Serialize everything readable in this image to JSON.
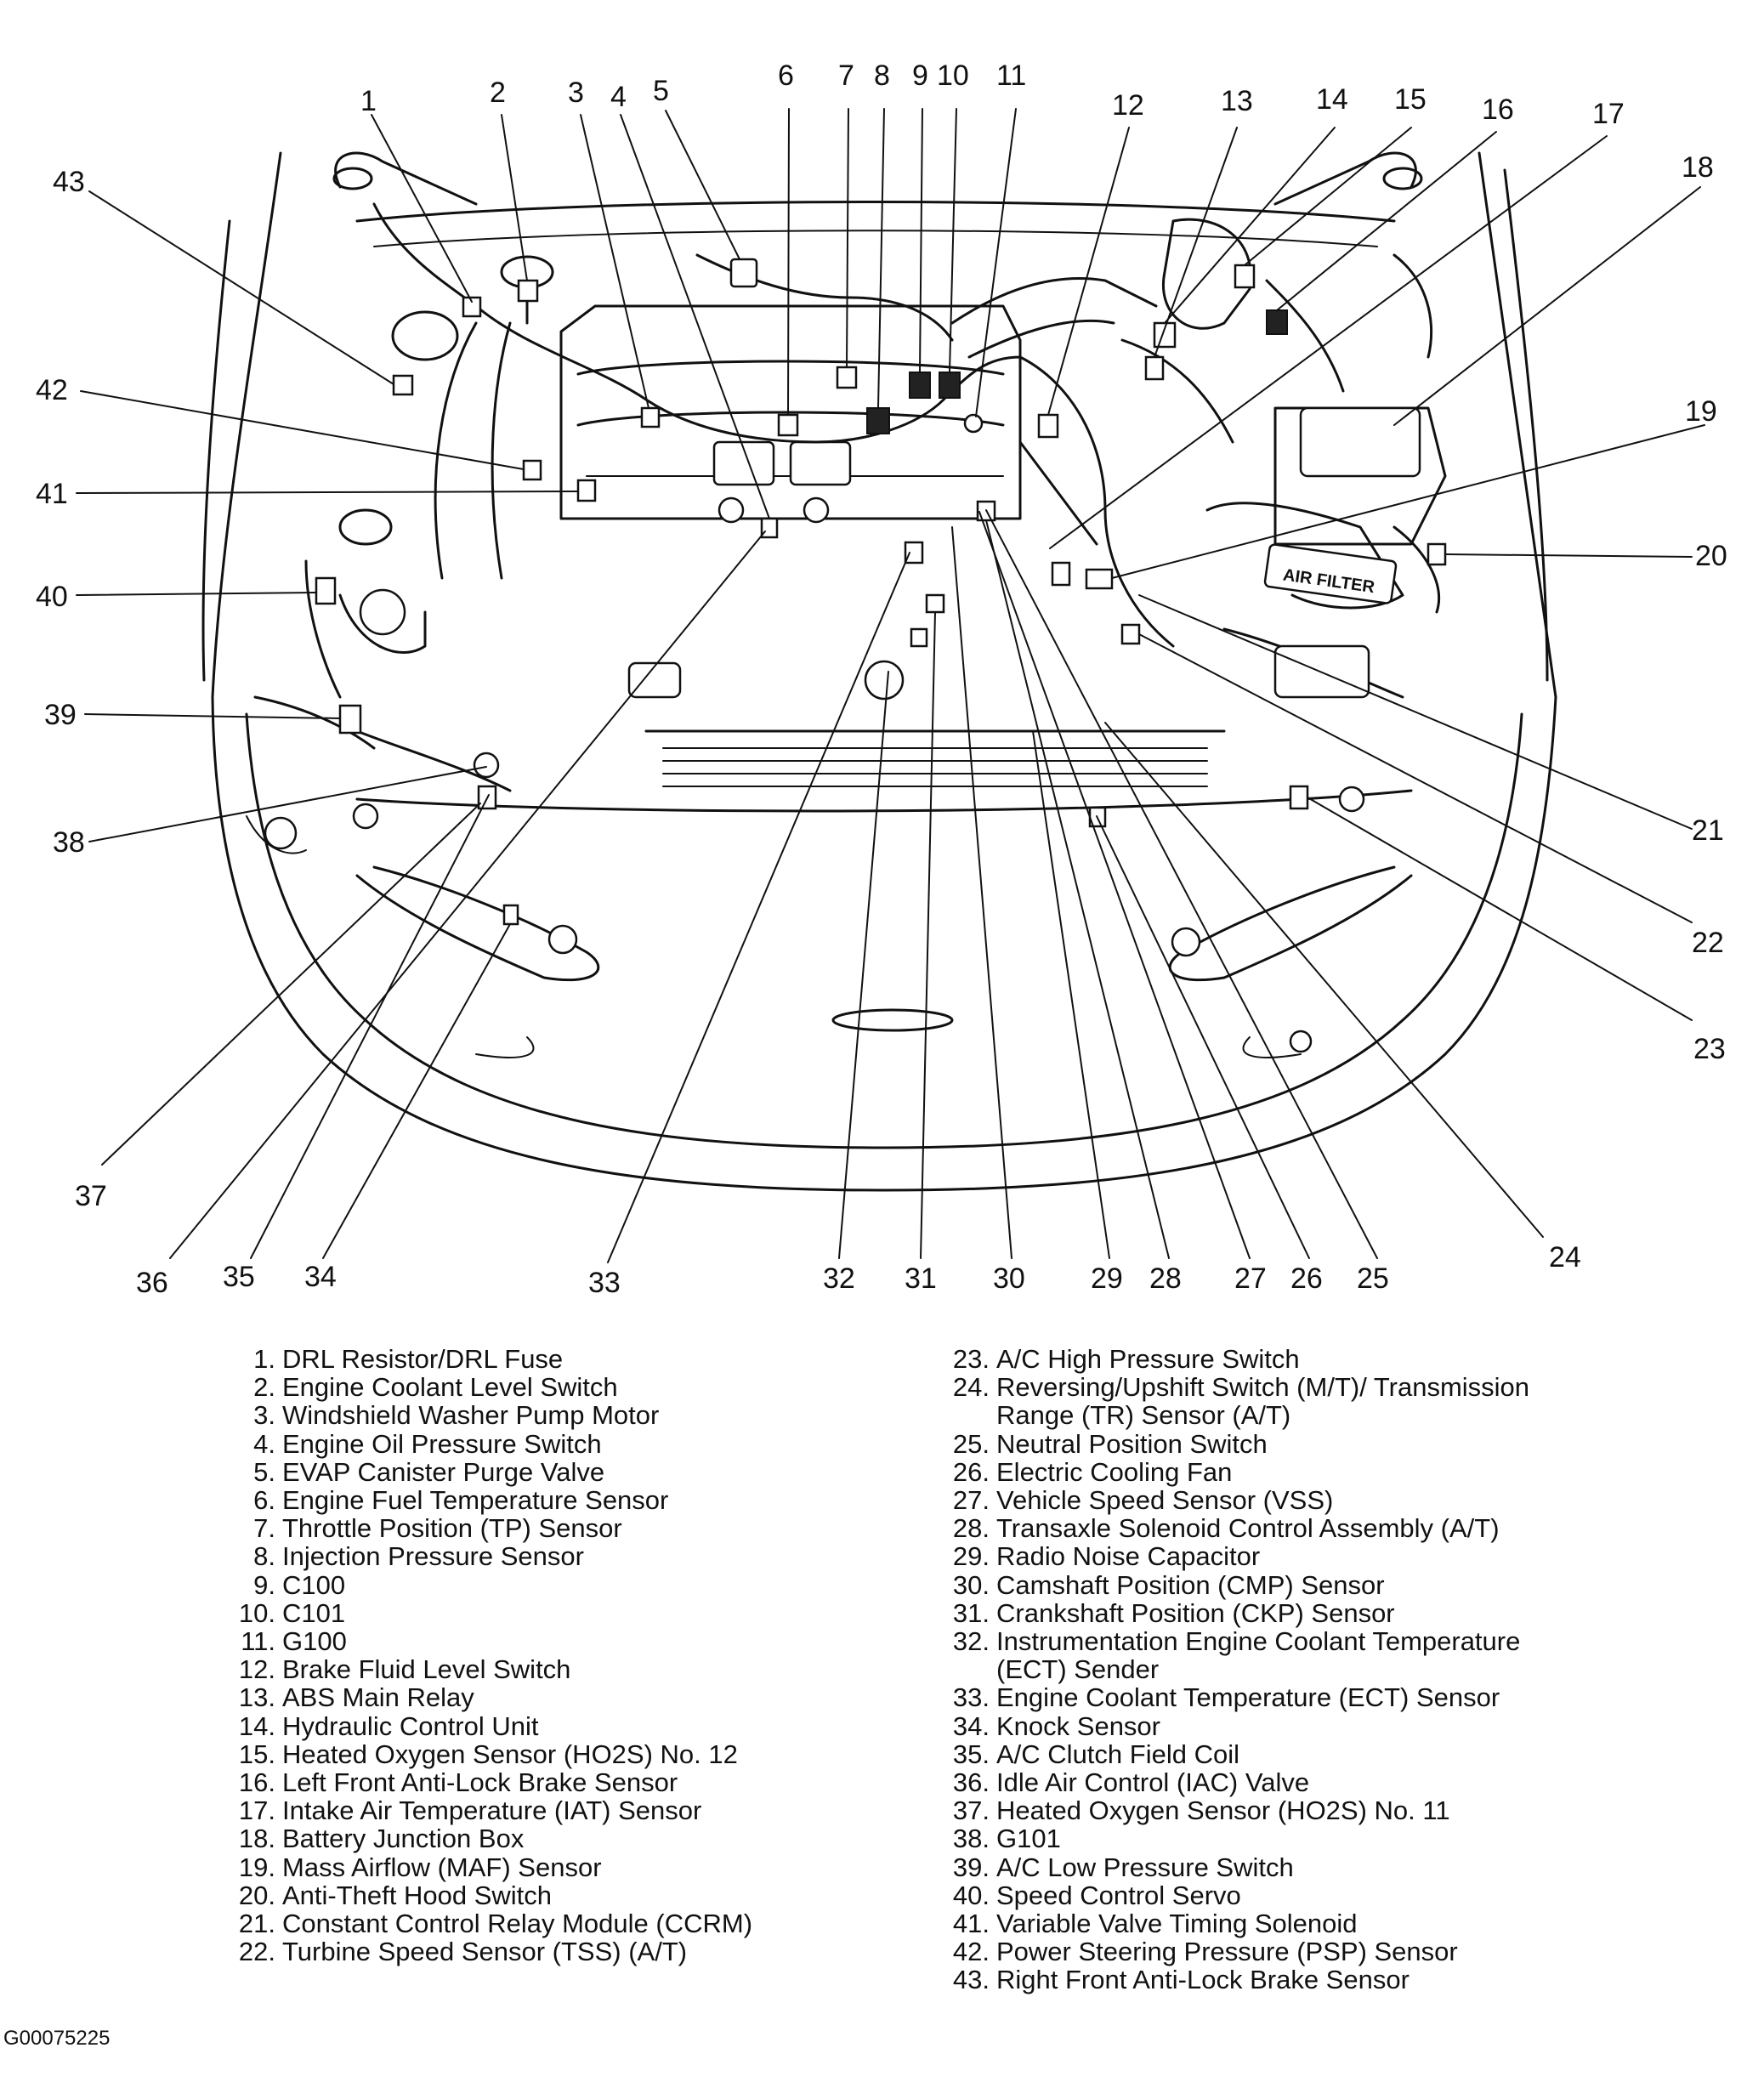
{
  "figure_id": "G00075225",
  "callout_numbers": [
    "1",
    "2",
    "3",
    "4",
    "5",
    "6",
    "7",
    "8",
    "9",
    "10",
    "11",
    "12",
    "13",
    "14",
    "15",
    "16",
    "17",
    "18",
    "19",
    "20",
    "21",
    "22",
    "23",
    "24",
    "25",
    "26",
    "27",
    "28",
    "29",
    "30",
    "31",
    "32",
    "33",
    "34",
    "35",
    "36",
    "37",
    "38",
    "39",
    "40",
    "41",
    "42",
    "43"
  ],
  "legend_left": [
    {
      "num": "1.",
      "text": "DRL Resistor/DRL Fuse"
    },
    {
      "num": "2.",
      "text": "Engine Coolant Level Switch"
    },
    {
      "num": "3.",
      "text": "Windshield Washer Pump Motor"
    },
    {
      "num": "4.",
      "text": "Engine Oil Pressure Switch"
    },
    {
      "num": "5.",
      "text": "EVAP Canister Purge Valve"
    },
    {
      "num": "6.",
      "text": "Engine Fuel Temperature Sensor"
    },
    {
      "num": "7.",
      "text": "Throttle Position (TP) Sensor"
    },
    {
      "num": "8.",
      "text": "Injection Pressure Sensor"
    },
    {
      "num": "9.",
      "text": "C100"
    },
    {
      "num": "10.",
      "text": "C101"
    },
    {
      "num": "11.",
      "text": "G100"
    },
    {
      "num": "12.",
      "text": "Brake Fluid Level Switch"
    },
    {
      "num": "13.",
      "text": "ABS Main Relay"
    },
    {
      "num": "14.",
      "text": "Hydraulic Control Unit"
    },
    {
      "num": "15.",
      "text": "Heated Oxygen Sensor (HO2S) No. 12"
    },
    {
      "num": "16.",
      "text": "Left Front Anti-Lock Brake Sensor"
    },
    {
      "num": "17.",
      "text": "Intake Air Temperature (IAT) Sensor"
    },
    {
      "num": "18.",
      "text": "Battery Junction Box"
    },
    {
      "num": "19.",
      "text": "Mass Airflow (MAF) Sensor"
    },
    {
      "num": "20.",
      "text": "Anti-Theft Hood Switch"
    },
    {
      "num": "21.",
      "text": "Constant Control Relay Module (CCRM)"
    },
    {
      "num": "22.",
      "text": "Turbine Speed Sensor (TSS) (A/T)"
    }
  ],
  "legend_right": [
    {
      "num": "23.",
      "text": "A/C High Pressure Switch"
    },
    {
      "num": "24.",
      "text": "Reversing/Upshift Switch (M/T)/ Transmission Range (TR) Sensor (A/T)"
    },
    {
      "num": "25.",
      "text": "Neutral Position Switch"
    },
    {
      "num": "26.",
      "text": "Electric Cooling Fan"
    },
    {
      "num": "27.",
      "text": "Vehicle Speed Sensor (VSS)"
    },
    {
      "num": "28.",
      "text": "Transaxle Solenoid Control Assembly (A/T)"
    },
    {
      "num": "29.",
      "text": "Radio Noise Capacitor"
    },
    {
      "num": "30.",
      "text": "Camshaft Position (CMP) Sensor"
    },
    {
      "num": "31.",
      "text": "Crankshaft Position (CKP) Sensor"
    },
    {
      "num": "32.",
      "text": "Instrumentation Engine Coolant Temperature (ECT) Sender"
    },
    {
      "num": "33.",
      "text": "Engine Coolant Temperature (ECT) Sensor"
    },
    {
      "num": "34.",
      "text": "Knock Sensor"
    },
    {
      "num": "35.",
      "text": "A/C Clutch Field Coil"
    },
    {
      "num": "36.",
      "text": "Idle Air Control (IAC) Valve"
    },
    {
      "num": "37.",
      "text": "Heated Oxygen Sensor (HO2S) No. 11"
    },
    {
      "num": "38.",
      "text": "G101"
    },
    {
      "num": "39.",
      "text": "A/C Low Pressure Switch"
    },
    {
      "num": "40.",
      "text": "Speed Control Servo"
    },
    {
      "num": "41.",
      "text": "Variable Valve Timing Solenoid"
    },
    {
      "num": "42.",
      "text": "Power Steering Pressure (PSP) Sensor"
    },
    {
      "num": "43.",
      "text": "Right Front Anti-Lock Brake Sensor"
    }
  ],
  "decal_text": "AIR FILTER"
}
